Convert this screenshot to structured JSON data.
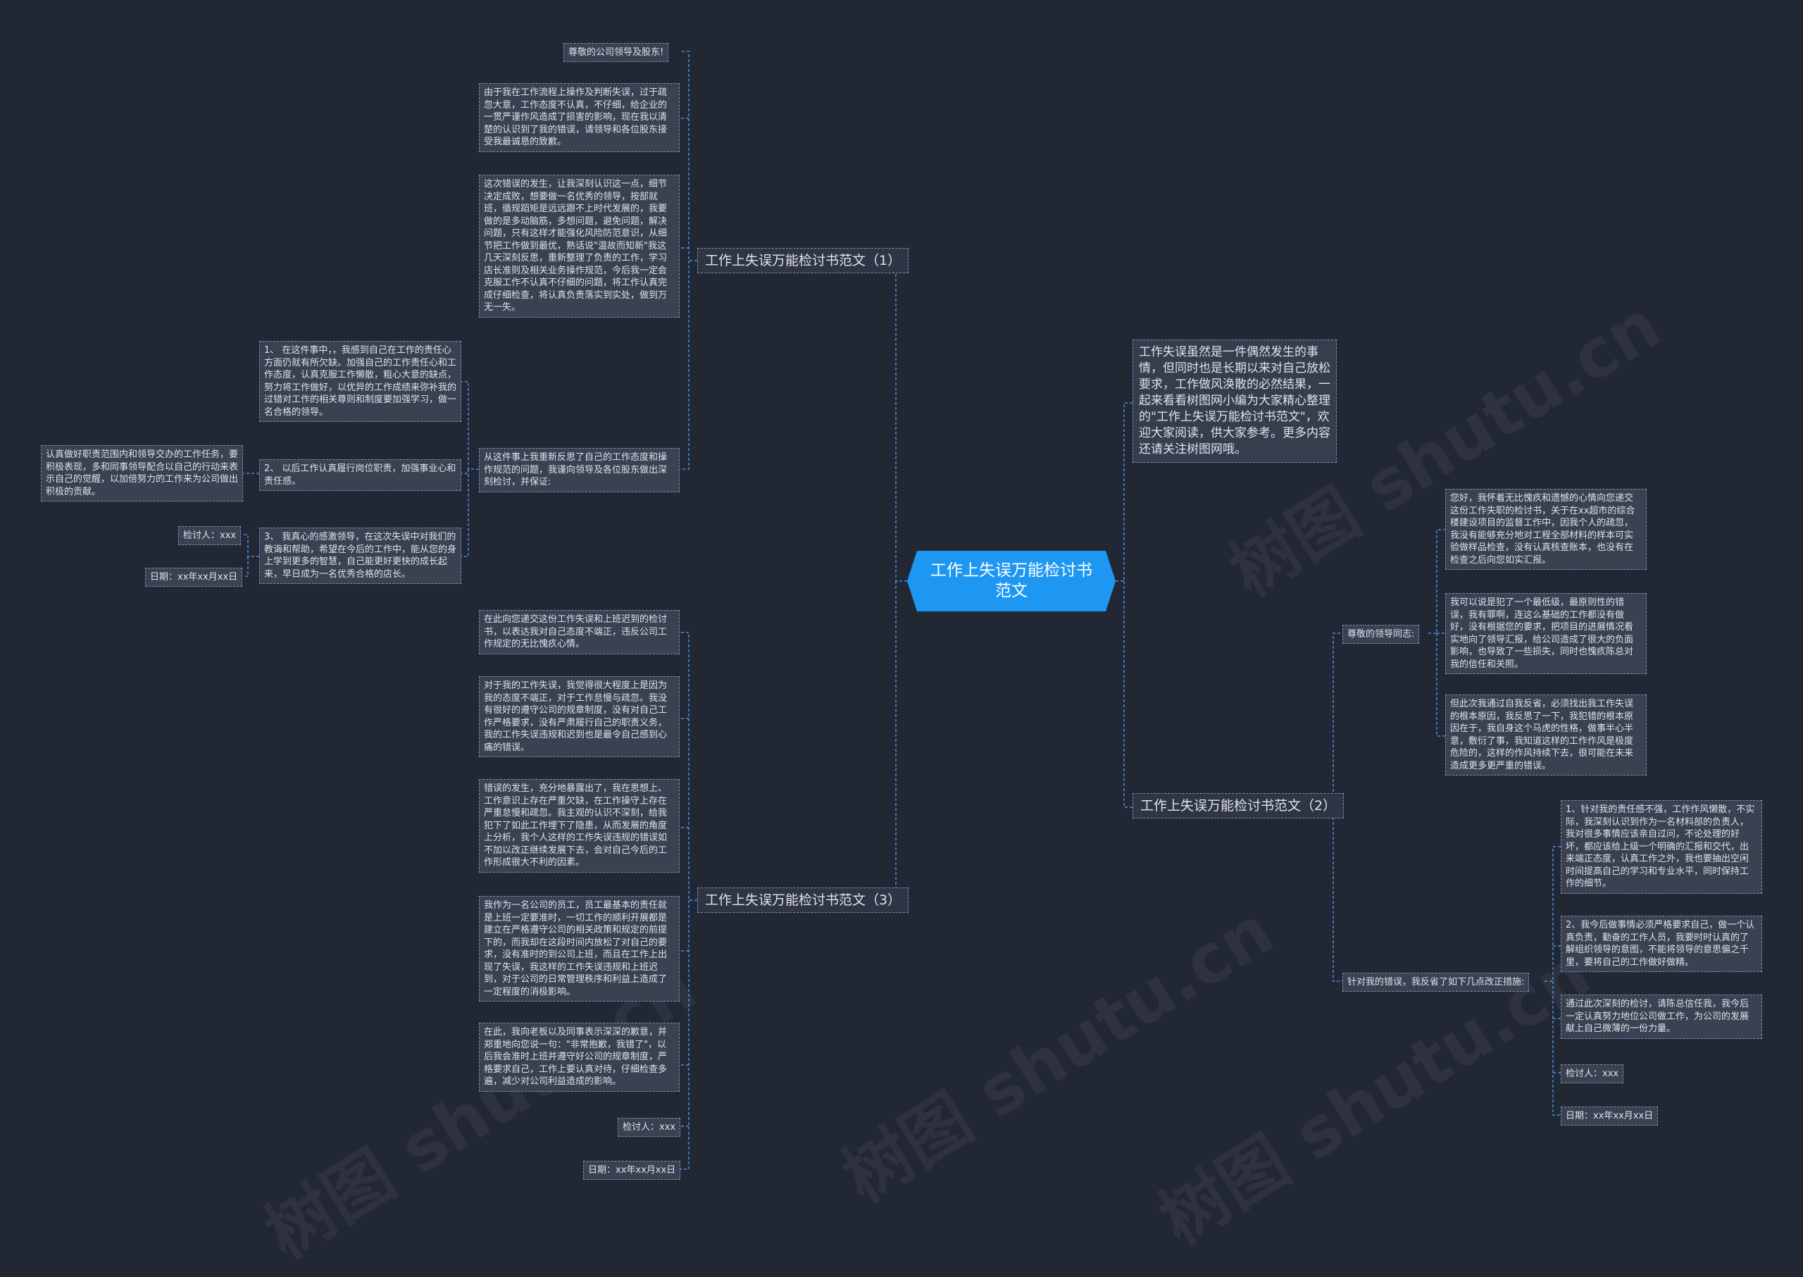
{
  "root": "工作上失误万能检讨书范文",
  "intro": "工作失误虽然是一件偶然发生的事情，但同时也是长期以来对自己放松要求，工作做风涣散的必然结果，一起来看看树图网小编为大家精心整理的\"工作上失误万能检讨书范文\"，欢迎大家阅读，供大家参考。更多内容还请关注树图网哦。",
  "branch1": {
    "title": "工作上失误万能检讨书范文（1）",
    "p1": "尊敬的公司领导及股东!",
    "p2": "由于我在工作流程上操作及判断失误，过于疏忽大意，工作态度不认真，不仔细，给企业的一贯严谨作风造成了损害的影响，现在我以清楚的认识到了我的错误，请领导和各位股东接受我最诚恳的致歉。",
    "p3": "这次错误的发生，让我深刻认识这一点，细节决定成败，想要做一名优秀的领导，按部就班，循规蹈矩是远远跟不上时代发展的，我要做的是多动脑筋，多想问题，避免问题，解决问题，只有这样才能强化风险防范意识，从细节把工作做到最优，熟话说\"温故而知新\"我这几天深刻反思，重新整理了负责的工作，学习店长准则及相关业务操作规范，今后我一定会克服工作不认真不仔细的问题，将工作认真完成仔细检查，将认真负责落实到实处，做到万无一失。",
    "p4": "从这件事上我重新反思了自己的工作态度和操作规范的问题，我谨向领导及各位股东做出深刻检讨，并保证:",
    "g1": "1、 在这件事中，，我感到自己在工作的责任心方面仍就有所欠缺。加强自己的工作责任心和工作态度，认真克服工作懒散，粗心大意的缺点，努力将工作做好，以优异的工作成绩来弥补我的过错对工作的相关尊则和制度要加强学习，做一名合格的领导。",
    "g2": "2、 以后工作认真履行岗位职责，加强事业心和责任感。",
    "g2a": "认真做好职责范围内和领导交办的工作任务，要积极表现，多和同事领导配合以自己的行动来表示自己的觉醒，以加倍努力的工作来为公司做出积极的贡献。",
    "g3": "3、 我真心的感激领导，在这次失误中对我们的教诲和帮助，希望在今后的工作中，能从您的身上学到更多的智慧，自己能更好更快的成长起来，早日成为一名优秀合格的店长。",
    "g3a": "检讨人：xxx",
    "g3b": "日期：xx年xx月xx日"
  },
  "branch3": {
    "title": "工作上失误万能检讨书范文（3）",
    "p1": "在此向您递交这份工作失误和上班迟到的检讨书，以表达我对自己态度不端正，违反公司工作规定的无比愧疚心情。",
    "p2": "对于我的工作失误，我觉得很大程度上是因为我的态度不端正，对于工作怠慢与疏忽。我没有很好的遵守公司的规章制度，没有对自己工作严格要求，没有严肃履行自己的职责义务，我的工作失误违规和迟到也是最令自己感到心痛的错误。",
    "p3": "错误的发生，充分地暴露出了，我在思想上、工作意识上存在严重欠缺，在工作操守上存在严重怠慢和疏忽。我主观的认识不深刻，给我犯下了如此工作埋下了隐患，从而发展的角度上分析，我个人这样的工作失误违规的错误如不加以改正继续发展下去，会对自己今后的工作形成很大不利的因素。",
    "p4": "我作为一名公司的员工，员工最基本的责任就是上班一定要准时，一切工作的顺利开展都是建立在严格遵守公司的相关政策和规定的前提下的，而我却在这段时间内放松了对自己的要求，没有准时的到公司上班，而且在工作上出现了失误，我这样的工作失误违规和上班迟到，对于公司的日常管理秩序和利益上造成了一定程度的消极影响。",
    "p5": "在此，我向老板以及同事表示深深的歉意，并郑重地向您说一句：\"非常抱歉，我错了\"，以后我会准时上班并遵守好公司的规章制度，严格要求自己，工作上要认真对待，仔细检查多遍，减少对公司利益造成的影响。",
    "p6": "检讨人：xxx",
    "p7": "日期：xx年xx月xx日"
  },
  "branch2": {
    "title": "工作上失误万能检讨书范文（2）",
    "s1": "尊敬的领导同志:",
    "s1a": "您好，我怀着无比愧疚和遗憾的心情向您递交这份工作失职的检讨书，关于在xx超市的综合楼建设项目的监督工作中，因我个人的疏忽，我没有能够充分地对工程全部材料的样本可实验做样品检查，没有认真核查账本，也没有在检查之后向您如实汇报。",
    "s1b": "我可以说是犯了一个最低级，最原则性的错误，我有罪啊，连这么基础的工作都没有做好，没有根据您的要求，把项目的进展情况看实地向了领导汇报，给公司造成了很大的负面影响，也导致了一些损失，同时也愧疚陈总对我的信任和关照。",
    "s1c": "但此次我通过自我反省，必须找出我工作失误的根本原因，我反思了一下，我犯错的根本原因在于，我自身这个马虎的性格，做事半心半意，敷衍了事，我知道这样的工作作风是极度危险的，这样的作风持续下去，很可能在未来造成更多更严重的错误。",
    "s2": "针对我的错误，我反省了如下几点改正措施:",
    "s2a": "1、针对我的责任感不强，工作作风懒散，不实际，我深刻认识到作为一名材料部的负责人，我对很多事情应该亲自过问，不论处理的好坏，都应该给上级一个明确的汇报和交代，出来端正态度，认真工作之外，我也要抽出空闲时间提高自己的学习和专业水平，同时保持工作的细节。",
    "s2b": "2、我今后做事情必须严格要求自己，做一个认真负责，勤奋的工作人员，我要时时认真的了解组织领导的意图，不能将领导的意思偏之千里，要将自己的工作做好做精。",
    "s2c": "通过此次深刻的检讨，请陈总信任我，我今后一定认真努力地位公司做工作，为公司的发展献上自己微薄的一份力量。",
    "s2d": "检讨人：xxx",
    "s2e": "日期：xx年xx月xx日"
  },
  "watermark": "树图 shutu.cn",
  "colors": {
    "background": "#222734",
    "root": "#1e97f3",
    "node": "#3a4151",
    "border": "#6e8fbf",
    "line": "#4a8fe0"
  }
}
